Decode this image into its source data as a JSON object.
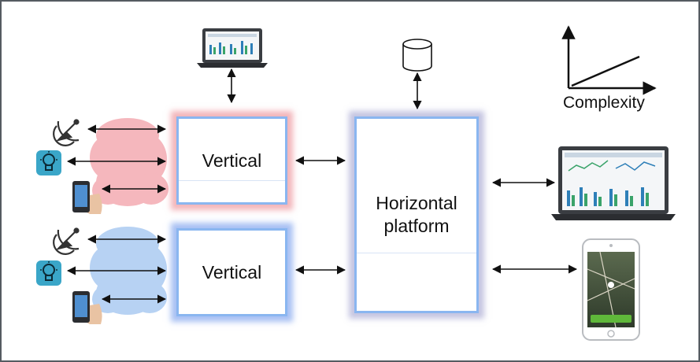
{
  "vertical_top": {
    "label": "Vertical"
  },
  "vertical_bottom": {
    "label": "Vertical"
  },
  "horizontal": {
    "label_line1": "Horizontal",
    "label_line2": "platform"
  },
  "complexity": {
    "label": "Complexity"
  },
  "colors": {
    "box_border": "#8ab6f0",
    "glow_red": "#e87882",
    "glow_blue": "#6e96eb",
    "glow_purple": "#9696c8",
    "cloud_red": "#f5b7bd",
    "cloud_blue": "#b7d2f3",
    "arrow": "#111111",
    "frame_border": "#555b61"
  },
  "icons": [
    "laptop-icon",
    "database-icon",
    "satellite-dish-icon",
    "light-bulb-icon",
    "smartphone-in-hand-icon",
    "smartphone-map-icon",
    "complexity-graph-icon"
  ]
}
